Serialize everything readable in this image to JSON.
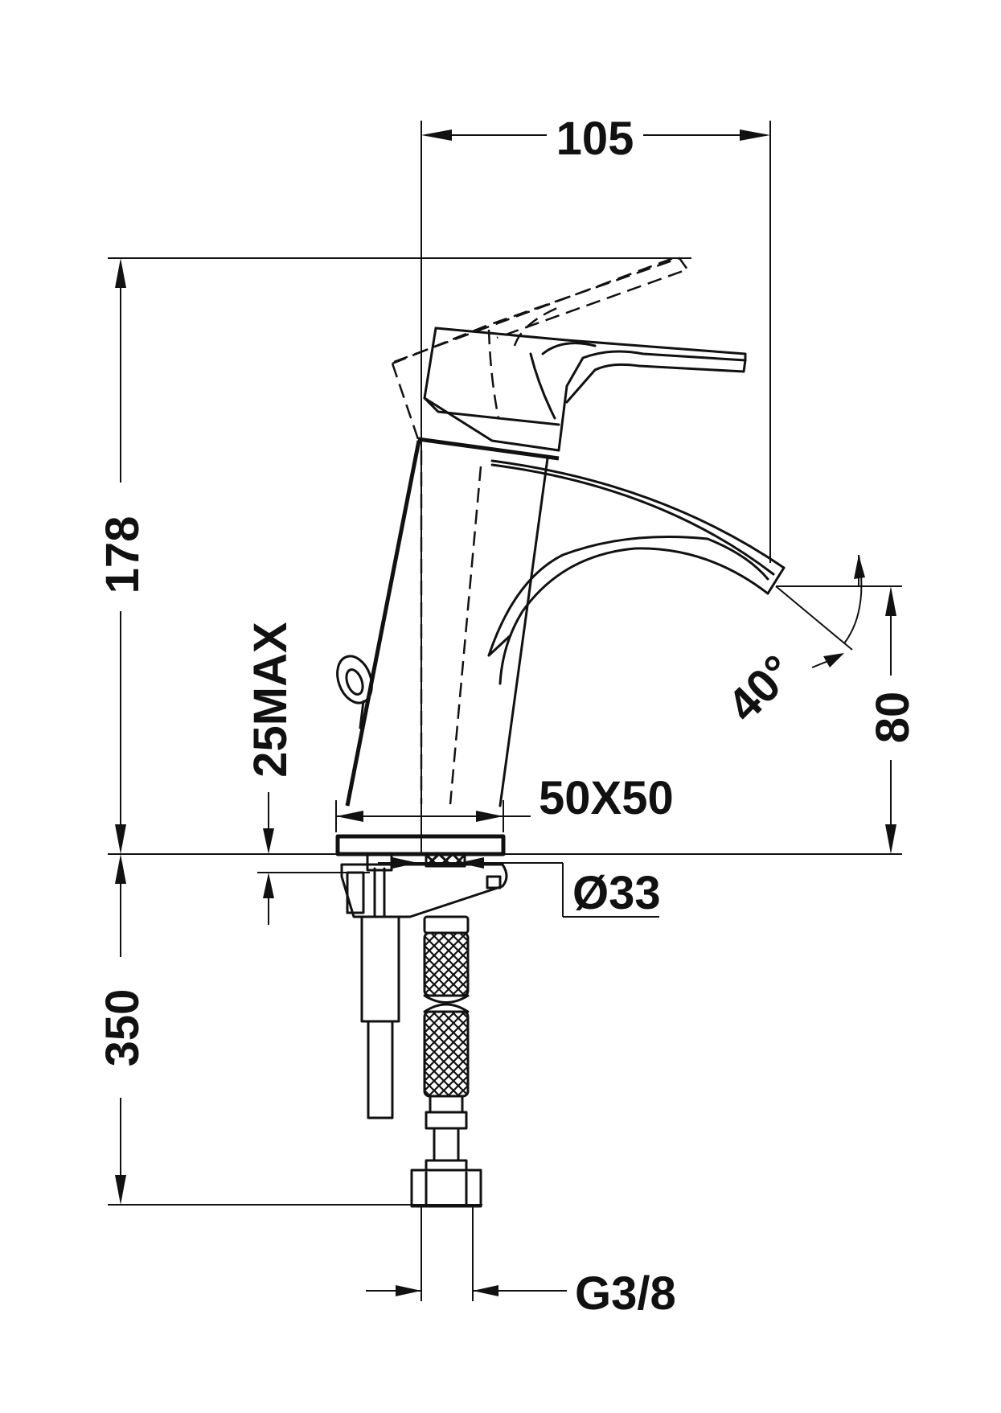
{
  "dimensions": {
    "spout_reach": "105",
    "total_height": "178",
    "spout_height": "80",
    "hose_length": "350",
    "deck_max": "25MAX",
    "base_size": "50X50",
    "hole_diameter": "Ø33",
    "connection": "G3/8",
    "spout_angle": "40°"
  }
}
